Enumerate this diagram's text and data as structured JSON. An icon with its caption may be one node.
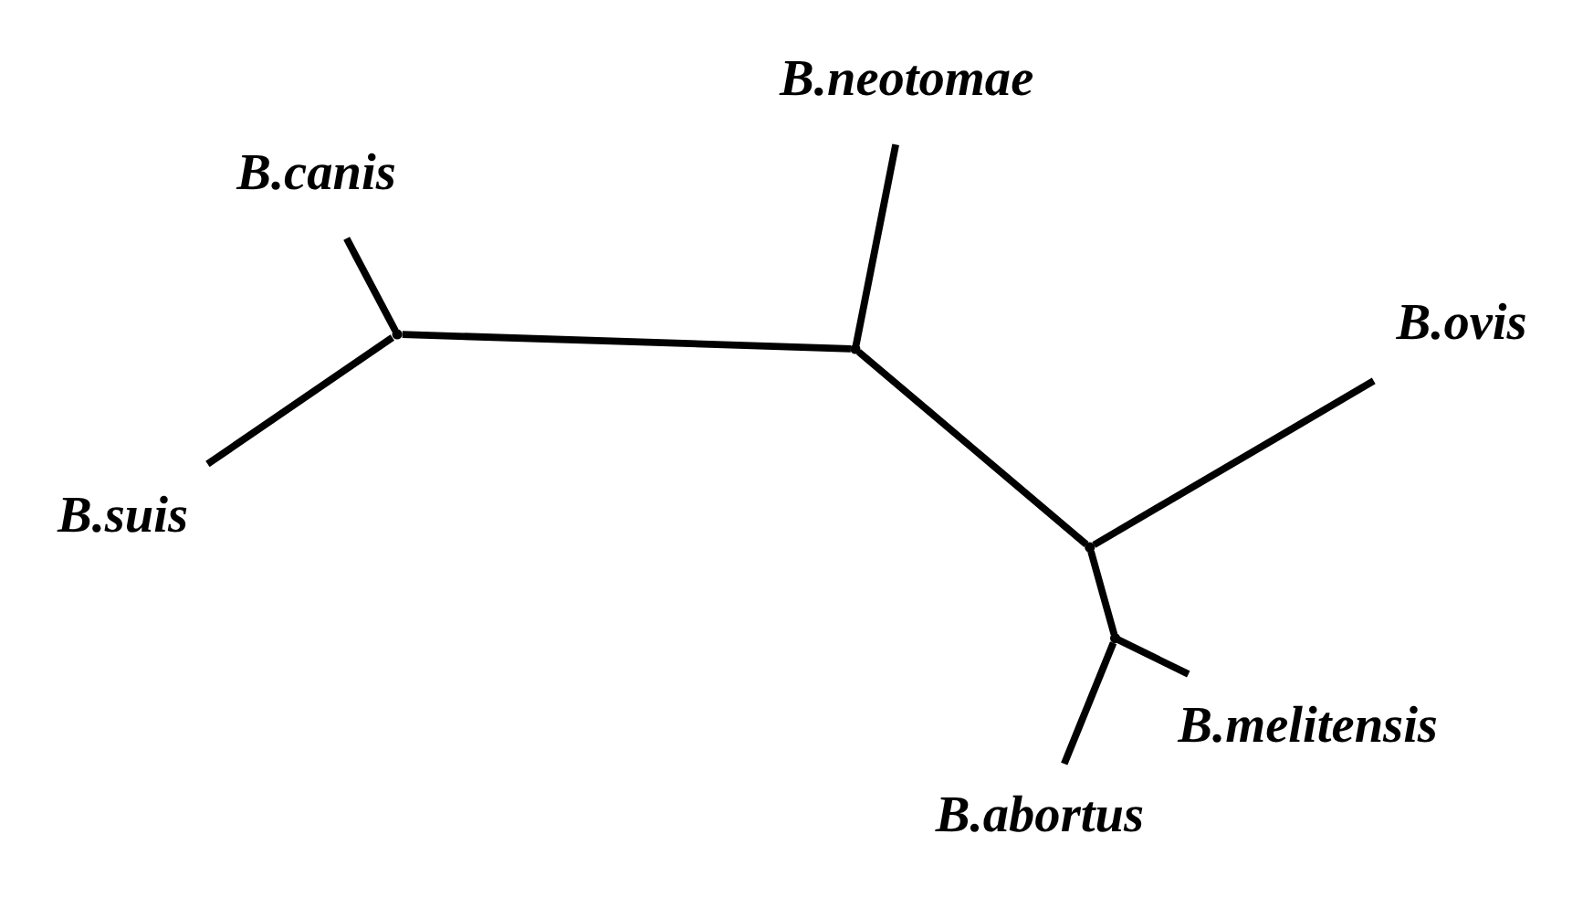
{
  "diagram": {
    "nodes": [
      {
        "text": [
          "B.suis"
        ]
      },
      {
        "text": [
          "B.canis"
        ]
      },
      {
        "text": [
          "B.abortus"
        ]
      },
      {
        "text": [
          "B.melitensis"
        ]
      },
      {
        "text": [
          "B.neotomae"
        ]
      },
      {
        "text": [
          "B.ovis"
        ]
      },
      {
        "text": [],
        "shape": "point"
      },
      {
        "text": [],
        "shape": "point"
      },
      {
        "text": [],
        "shape": "point"
      },
      {
        "text": [],
        "shape": "point"
      }
    ],
    "edges": [
      {
        "from": 0,
        "to": 6,
        "arrow": "none"
      },
      {
        "from": 1,
        "to": 6,
        "arrow": "none"
      },
      {
        "from": 6,
        "to": 7,
        "arrow": "none"
      },
      {
        "from": 7,
        "to": 4,
        "arrow": "none"
      },
      {
        "from": 7,
        "to": 8,
        "arrow": "none"
      },
      {
        "from": 8,
        "to": 5,
        "arrow": "none"
      },
      {
        "from": 8,
        "to": 9,
        "arrow": "none"
      },
      {
        "from": 9,
        "to": 2,
        "arrow": "none"
      },
      {
        "from": 9,
        "to": 3,
        "arrow": "none"
      }
    ]
  }
}
